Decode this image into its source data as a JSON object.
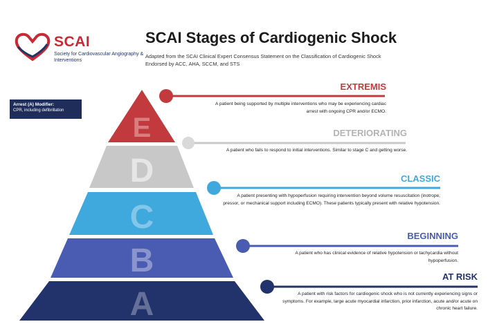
{
  "logo": {
    "name": "SCAI",
    "subtitle": "Society for Cardiovascular Angiography & Interventions"
  },
  "title": "SCAI Stages of Cardiogenic Shock",
  "subtitle_line1": "Adapted from the SCAI Clinical Expert Consensus Statement on the Classification of Cardiogenic Shock",
  "subtitle_line2": "Endorsed by ACC, AHA, SCCM, and STS",
  "modifier": {
    "title": "Arrest (A) Modifier:",
    "body": "CPR, including defibrillation"
  },
  "stages": [
    {
      "letter": "E",
      "name": "EXTREMIS",
      "color": "#c33a3e",
      "description": "A patient being supported by multiple interventions who may be experiencing cardiac arrest with ongoing CPR and/or ECMO."
    },
    {
      "letter": "D",
      "name": "DETERIORATING",
      "color": "#c8c8c8",
      "description": "A patient who fails to respond to initial interventions. Similar to stage C and getting worse."
    },
    {
      "letter": "C",
      "name": "CLASSIC",
      "color": "#3fa9de",
      "description": "A patient presenting with hypoperfusion requiring intervention beyond volume resuscitation (inotrope, pressor, or mechanical support including ECMO). These patients typically present with relative hypotension."
    },
    {
      "letter": "B",
      "name": "BEGINNING",
      "color": "#4a5cb1",
      "description": "A patient who has clinical evidence of relative hypotension or tachycardia without hypoperfusion."
    },
    {
      "letter": "A",
      "name": "AT RISK",
      "color": "#22336c",
      "description": "A patient with risk factors for cardiogenic shock who is not currently experiencing signs or symptoms. For example, large acute myocardial infarction, prior infarction, acute and/or acute on chronic heart failure."
    }
  ]
}
